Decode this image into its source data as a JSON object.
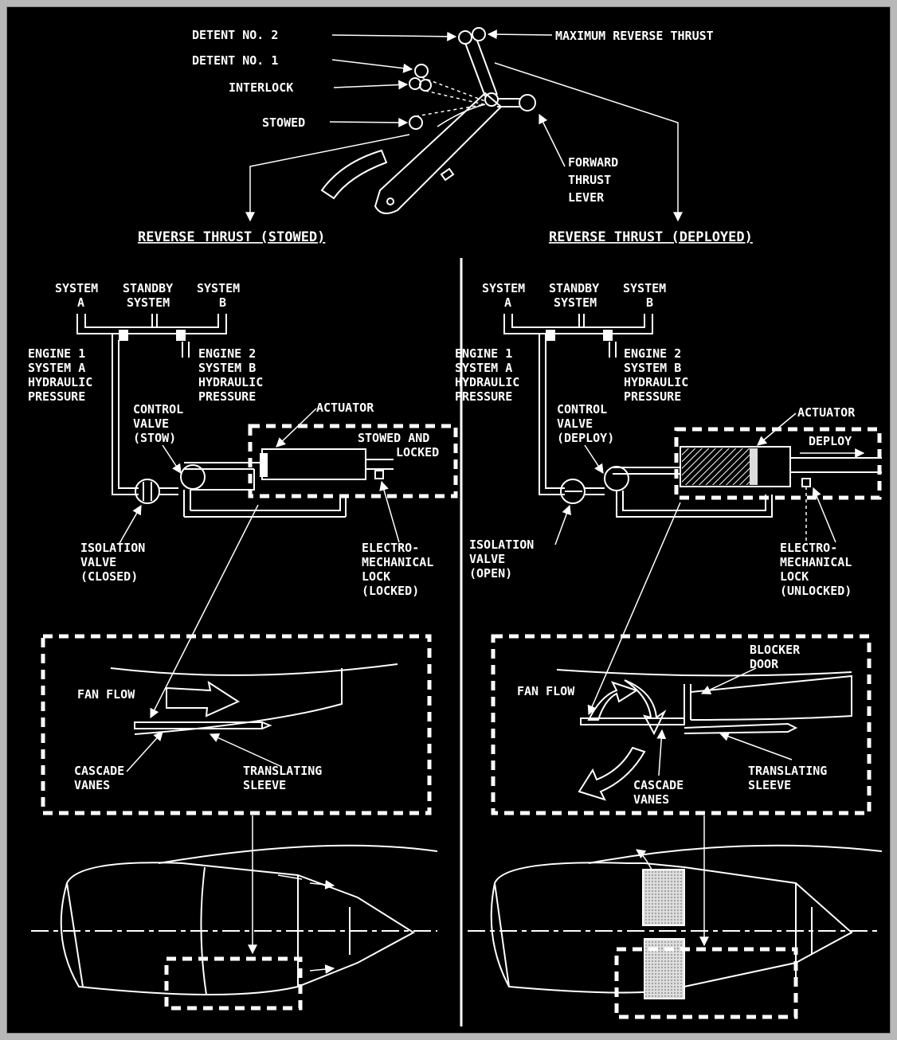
{
  "lever": {
    "detent2": "DETENT NO. 2",
    "detent1": "DETENT NO. 1",
    "interlock": "INTERLOCK",
    "stowed": "STOWED",
    "max_reverse": "MAXIMUM REVERSE THRUST",
    "forward_lever": [
      "FORWARD",
      "THRUST",
      "LEVER"
    ]
  },
  "titles": {
    "stowed": "REVERSE THRUST (STOWED)",
    "deployed": "REVERSE THRUST (DEPLOYED)"
  },
  "hydraulics": {
    "system_a": [
      "SYSTEM",
      "A"
    ],
    "standby": [
      "STANDBY",
      "SYSTEM"
    ],
    "system_b": [
      "SYSTEM",
      "B"
    ],
    "engine1": [
      "ENGINE 1",
      "SYSTEM A",
      "HYDRAULIC",
      "PRESSURE"
    ],
    "engine2": [
      "ENGINE 2",
      "SYSTEM B",
      "HYDRAULIC",
      "PRESSURE"
    ]
  },
  "left": {
    "control_valve": [
      "CONTROL",
      "VALVE",
      "(STOW)"
    ],
    "actuator": "ACTUATOR",
    "stowed_locked": [
      "STOWED AND",
      "LOCKED"
    ],
    "isolation_valve": [
      "ISOLATION",
      "VALVE",
      "(CLOSED)"
    ],
    "em_lock": [
      "ELECTRO-",
      "MECHANICAL",
      "LOCK",
      "(LOCKED)"
    ],
    "fan_flow": "FAN FLOW",
    "cascade_vanes": [
      "CASCADE",
      "VANES"
    ],
    "translating_sleeve": [
      "TRANSLATING",
      "SLEEVE"
    ]
  },
  "right": {
    "control_valve": [
      "CONTROL",
      "VALVE",
      "(DEPLOY)"
    ],
    "actuator": "ACTUATOR",
    "deploy": "DEPLOY",
    "isolation_valve": [
      "ISOLATION",
      "VALVE",
      "(OPEN)"
    ],
    "em_lock": [
      "ELECTRO-",
      "MECHANICAL",
      "LOCK",
      "(UNLOCKED)"
    ],
    "fan_flow": "FAN FLOW",
    "blocker_door": [
      "BLOCKER",
      "DOOR"
    ],
    "cascade_vanes": [
      "CASCADE",
      "VANES"
    ],
    "translating_sleeve": [
      "TRANSLATING",
      "SLEEVE"
    ]
  }
}
